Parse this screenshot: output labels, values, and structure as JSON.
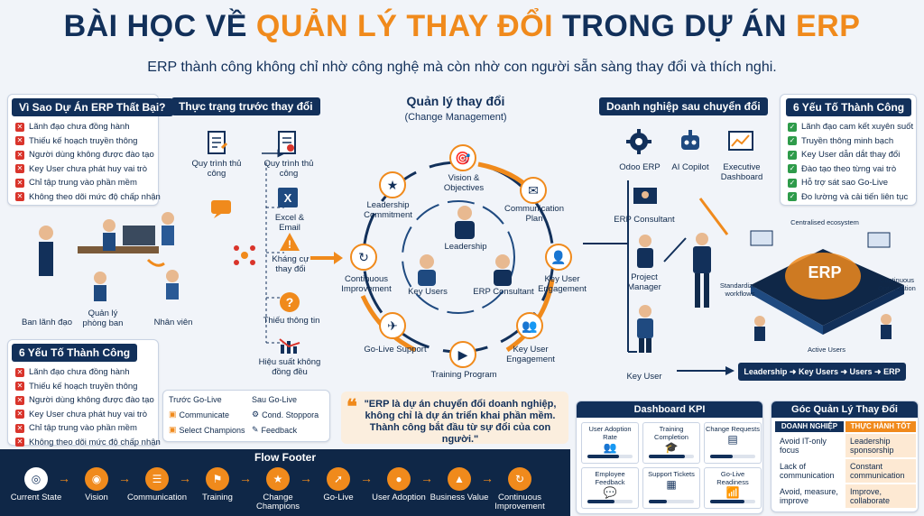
{
  "title": {
    "part1": "BÀI HỌC VỀ ",
    "part2": "QUẢN LÝ",
    "part3": " THAY ĐỔI",
    "part4": " TRONG DỰ ÁN ",
    "part5": "ERP"
  },
  "subtitle": "ERP thành công không chỉ nhờ công nghệ mà còn nhờ con người sẵn sàng thay đổi và thích nghi.",
  "why_fail": {
    "header": "Vì Sao Dự Án ERP Thất Bại?",
    "items": [
      "Lãnh đạo chưa đồng hành",
      "Thiếu kế hoạch truyền thông",
      "Người dùng không được đào tạo",
      "Key User chưa phát huy vai trò",
      "Chỉ tập trung vào phần mềm",
      "Không theo dõi mức độ chấp nhận"
    ]
  },
  "current_state": {
    "header": "Thực trạng trước thay đổi",
    "people": [
      "Ban lãnh đạo",
      "Quản lý phòng ban",
      "Nhân viên"
    ],
    "left_items": [
      "Quy trình thủ công",
      "Thiếu thông tin"
    ],
    "right_items": [
      "Quy trình thủ công",
      "Excel & Email",
      "Kháng cự thay đổi",
      "Hiệu suất không đồng đều"
    ]
  },
  "success_left": {
    "header": "6 Yếu Tố Thành Công",
    "items": [
      "Lãnh đạo chưa đồng hành",
      "Thiếu kế hoạch truyền thông",
      "Người dùng không được đào tạo",
      "Key User chưa phát huy vai trò",
      "Chỉ tập trung vào phần mềm",
      "Không theo dõi mức độ chấp nhận"
    ],
    "before_label": "Trước Go-Live",
    "after_label": "Sau Go-Live",
    "before_items": [
      "Communicate",
      "Select Champions"
    ],
    "after_items": [
      "Cond. Stoppora",
      "Feedback"
    ]
  },
  "change_mgmt": {
    "title": "Quản lý thay đổi",
    "subtitle": "(Change Management)",
    "cycle": [
      "Vision & Objectives",
      "Communication Plan",
      "Key User Engagement",
      "Key User Engagement",
      "Training Program",
      "Go-Live Support",
      "Continuous Improvement",
      "Leadership Commitment"
    ],
    "center": [
      "Leadership",
      "Key Users",
      "ERP Consultant"
    ]
  },
  "quote": "\"ERP là dự án chuyển đổi doanh nghiệp, không chỉ là dự án triển khai phần mềm. Thành công bắt đầu từ sự đổi của con người.\"",
  "after": {
    "header": "Doanh nghiệp sau chuyển đổi",
    "tools": [
      "Odoo ERP",
      "AI Copilot",
      "Executive Dashboard"
    ],
    "roles": [
      "ERP Consultant",
      "Project Manager",
      "Key User"
    ],
    "erp_label": "ERP",
    "eco": [
      "Centralised ecosystem",
      "Standardized workflows",
      "Continuous Optimization",
      "Active Users"
    ],
    "flow": "Leadership ➜ Key Users ➜ Users ➜ ERP"
  },
  "success_right": {
    "header": "6 Yếu Tố Thành Công",
    "items": [
      "Lãnh đạo cam kết xuyên suốt",
      "Truyền thông minh bạch",
      "Key User dẫn dắt thay đổi",
      "Đào tạo theo từng vai trò",
      "Hỗ trợ sát sao Go-Live",
      "Đo lường và cải tiến liên tục"
    ]
  },
  "kpi": {
    "header": "Dashboard KPI",
    "cards": [
      {
        "label": "User Adoption Rate",
        "value": 0.7
      },
      {
        "label": "Training Completion",
        "value": 0.8
      },
      {
        "label": "Change Requests",
        "value": 0.5
      },
      {
        "label": "Employee Feedback",
        "value": 0.6
      },
      {
        "label": "Support Tickets",
        "value": 0.4
      },
      {
        "label": "Go-Live Readiness",
        "value": 0.75
      }
    ]
  },
  "perspective": {
    "header": "Góc Quản Lý Thay Đổi",
    "col1": "DOANH NGHIỆP",
    "col2": "THỰC HÀNH TỐT",
    "rows": [
      [
        "Avoid IT-only focus",
        "Leadership sponsorship"
      ],
      [
        "Lack of communication",
        "Constant communication"
      ],
      [
        "Avoid, measure, improve",
        "Improve, collaborate"
      ]
    ]
  },
  "footer": {
    "title": "Flow Footer",
    "steps": [
      "Current State",
      "Vision",
      "Communication",
      "Training",
      "Change Champions",
      "Go-Live",
      "User Adoption",
      "Business Value",
      "Continuous Improvement"
    ]
  }
}
